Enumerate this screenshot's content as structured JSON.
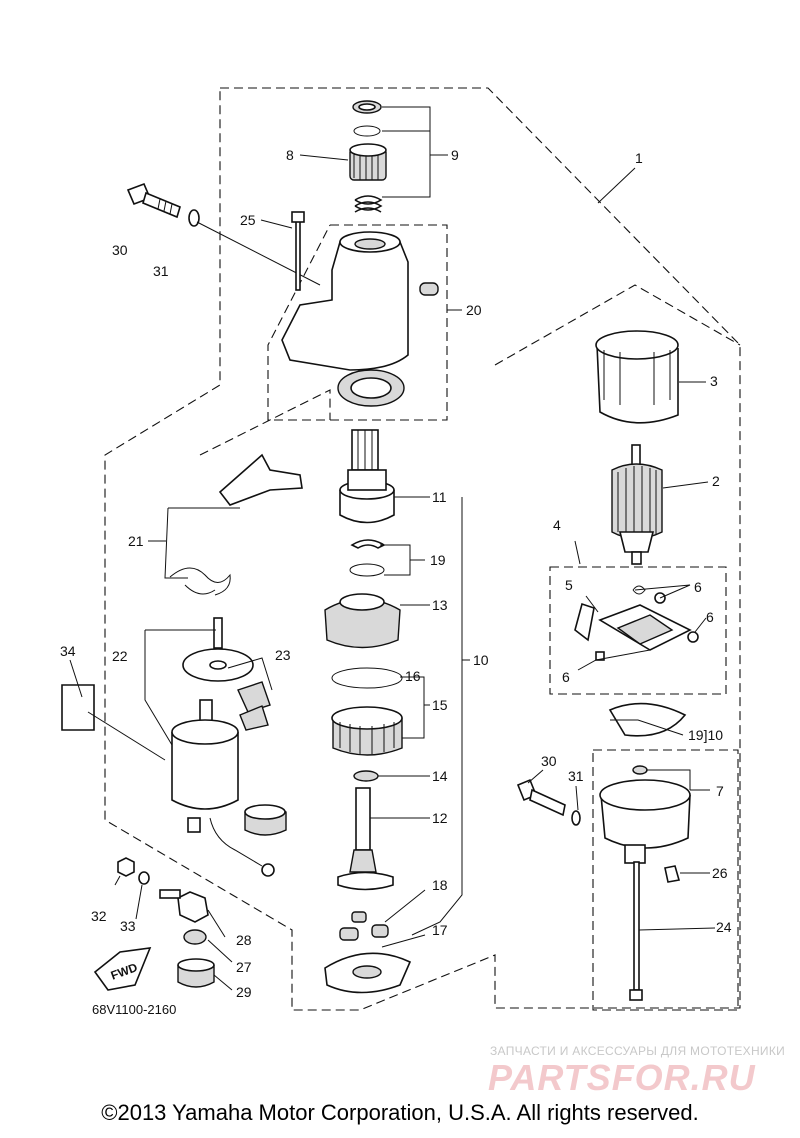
{
  "diagram": {
    "part_code": "68V1100-2160",
    "fwd_label": "FWD",
    "copyright": "©2013 Yamaha Motor Corporation, U.S.A. All rights reserved.",
    "watermark": {
      "subtitle": "ЗАПЧАСТИ И АКСЕССУАРЫ ДЛЯ МОТОТЕХНИКИ",
      "logo": "PARTSFOR.RU"
    },
    "callouts": {
      "c1": "1",
      "c2": "2",
      "c3": "3",
      "c4": "4",
      "c5": "5",
      "c6a": "6",
      "c6b": "6",
      "c6c": "6",
      "c7": "7",
      "c8": "8",
      "c9": "9",
      "c10a": "10",
      "c10b": "19]10",
      "c11": "11",
      "c12": "12",
      "c13": "13",
      "c14": "14",
      "c15": "15",
      "c16": "16",
      "c17": "17",
      "c18": "18",
      "c19": "19",
      "c20": "20",
      "c21": "21",
      "c22": "22",
      "c23": "23",
      "c24": "24",
      "c25": "25",
      "c26": "26",
      "c27": "27",
      "c28": "28",
      "c29": "29",
      "c30a": "30",
      "c30b": "30",
      "c31a": "31",
      "c31b": "31",
      "c32": "32",
      "c33": "33",
      "c34": "34"
    }
  }
}
